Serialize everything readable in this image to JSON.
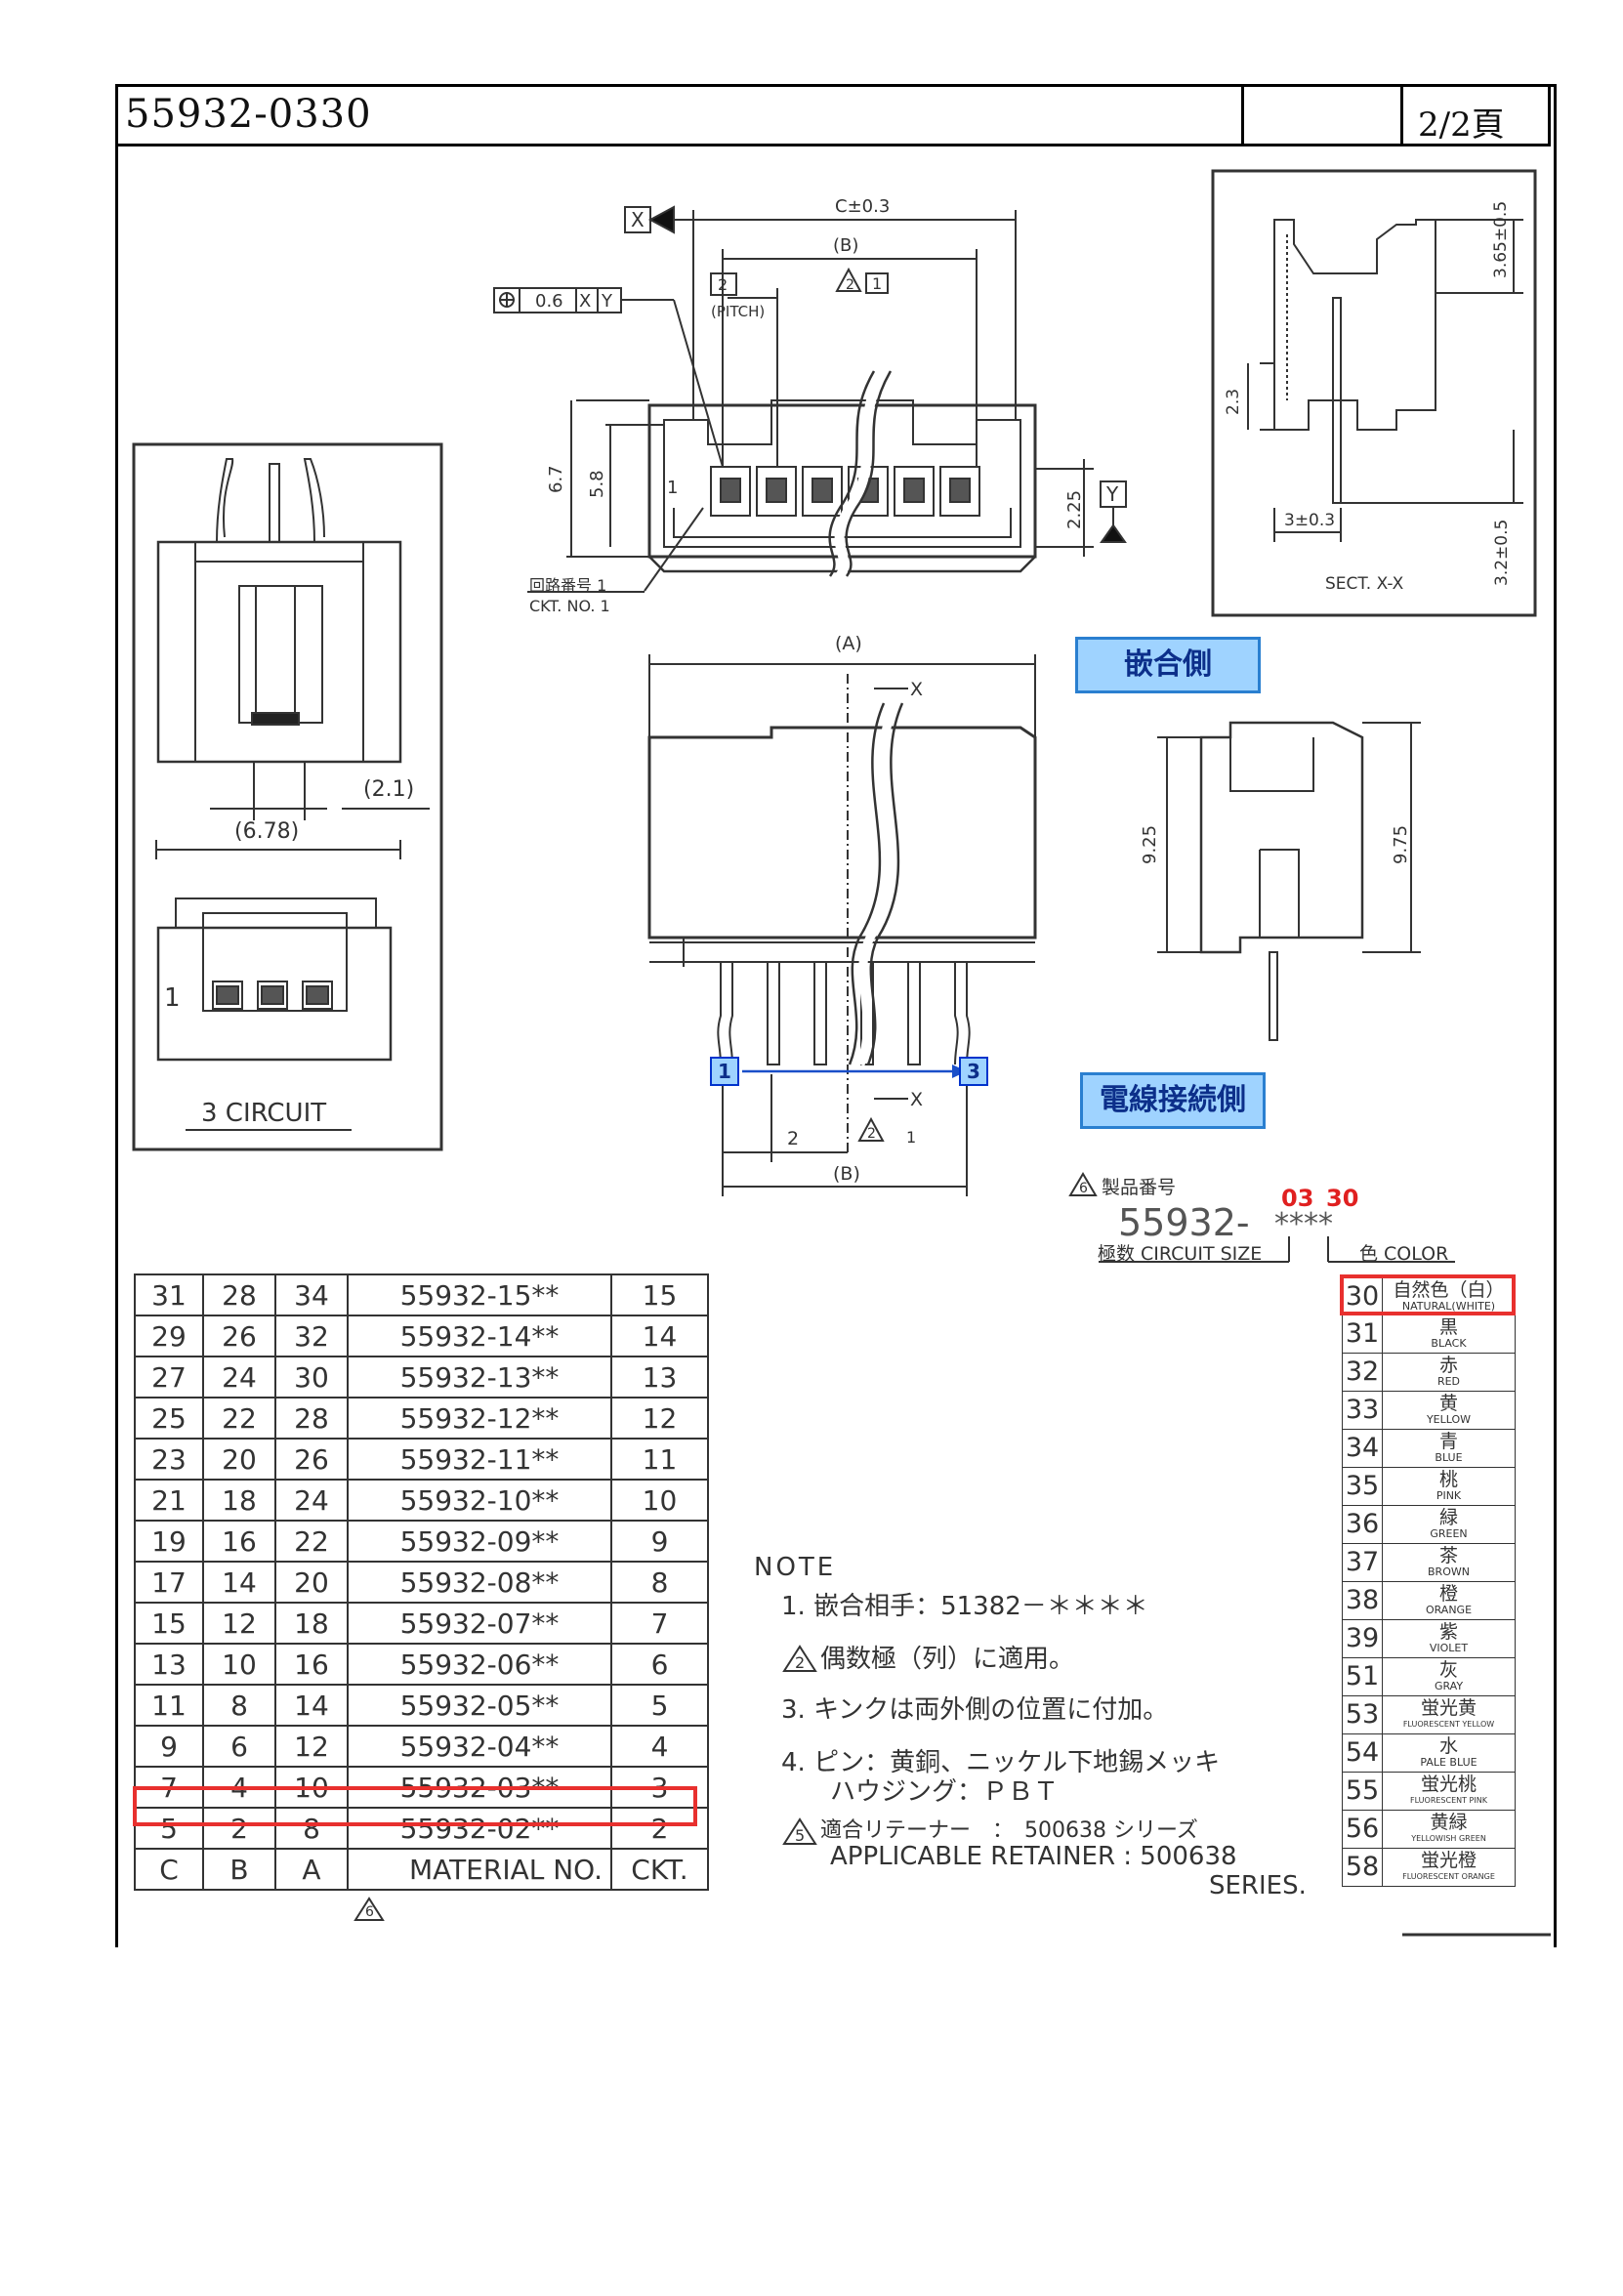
{
  "title": {
    "part_number": "55932-0330",
    "page": "2/2頁"
  },
  "labels": {
    "mating_side": "嵌合側",
    "wire_side": "電線接続側",
    "three_circuit": "3 CIRCUIT",
    "sect": "SECT. X-X",
    "ckt_no_jp": "回路番号 1",
    "ckt_no_en": "CKT. NO. 1"
  },
  "dimensions": {
    "c_pm": "C±0.3",
    "b": "(B)",
    "a": "(A)",
    "pitch_box": "2",
    "pitch": "(PITCH)",
    "note2_flag": "2",
    "datum_y": "1",
    "fcf_tol": "0.6",
    "fcf_x": "X",
    "fcf_y": "Y",
    "datum_x_label": "X",
    "datum_y_label": "Y",
    "h6_7": "6.7",
    "h5_8": "5.8",
    "h2_25": "2.25",
    "h9_25": "9.25",
    "h9_75": "9.75",
    "w6_78": "(6.78)",
    "w2_1": "(2.1)",
    "s3_65": "3.65±0.5",
    "s2_3": "2.3",
    "s3_0_3": "3±0.3",
    "s3_2": "3.2±0.5",
    "pitch2": "2",
    "x_mark": "X",
    "b_bottom": "(B)",
    "flag_1": "1",
    "blue_1": "1",
    "blue_3": "3"
  },
  "part_code": {
    "product_no_label": "製品番号",
    "flag6": "6",
    "prefix": "55932-",
    "stars": "****",
    "red_circuit": "03",
    "red_color": "30",
    "circuit_size_label": "極数 CIRCUIT SIZE",
    "color_label": "色 COLOR"
  },
  "material_table": {
    "rows": [
      [
        "31",
        "28",
        "34",
        "55932-15**",
        "15"
      ],
      [
        "29",
        "26",
        "32",
        "55932-14**",
        "14"
      ],
      [
        "27",
        "24",
        "30",
        "55932-13**",
        "13"
      ],
      [
        "25",
        "22",
        "28",
        "55932-12**",
        "12"
      ],
      [
        "23",
        "20",
        "26",
        "55932-11**",
        "11"
      ],
      [
        "21",
        "18",
        "24",
        "55932-10**",
        "10"
      ],
      [
        "19",
        "16",
        "22",
        "55932-09**",
        "9"
      ],
      [
        "17",
        "14",
        "20",
        "55932-08**",
        "8"
      ],
      [
        "15",
        "12",
        "18",
        "55932-07**",
        "7"
      ],
      [
        "13",
        "10",
        "16",
        "55932-06**",
        "6"
      ],
      [
        "11",
        "8",
        "14",
        "55932-05**",
        "5"
      ],
      [
        "9",
        "6",
        "12",
        "55932-04**",
        "4"
      ],
      [
        "7",
        "4",
        "10",
        "55932-03**",
        "3"
      ],
      [
        "5",
        "2",
        "8",
        "55932-02**",
        "2"
      ]
    ],
    "header": [
      "C",
      "B",
      "A",
      "MATERIAL NO.",
      "CKT."
    ],
    "header_flag": "6"
  },
  "colors": [
    {
      "code": "30",
      "jp": "自然色（白）",
      "en": "NATURAL(WHITE)"
    },
    {
      "code": "31",
      "jp": "黒",
      "en": "BLACK"
    },
    {
      "code": "32",
      "jp": "赤",
      "en": "RED"
    },
    {
      "code": "33",
      "jp": "黄",
      "en": "YELLOW"
    },
    {
      "code": "34",
      "jp": "青",
      "en": "BLUE"
    },
    {
      "code": "35",
      "jp": "桃",
      "en": "PINK"
    },
    {
      "code": "36",
      "jp": "緑",
      "en": "GREEN"
    },
    {
      "code": "37",
      "jp": "茶",
      "en": "BROWN"
    },
    {
      "code": "38",
      "jp": "橙",
      "en": "ORANGE"
    },
    {
      "code": "39",
      "jp": "紫",
      "en": "VIOLET"
    },
    {
      "code": "51",
      "jp": "灰",
      "en": "GRAY"
    },
    {
      "code": "53",
      "jp": "蛍光黄",
      "en": "FLUORESCENT YELLOW"
    },
    {
      "code": "54",
      "jp": "水",
      "en": "PALE BLUE"
    },
    {
      "code": "55",
      "jp": "蛍光桃",
      "en": "FLUORESCENT PINK"
    },
    {
      "code": "56",
      "jp": "黄緑",
      "en": "YELLOWISH GREEN"
    },
    {
      "code": "58",
      "jp": "蛍光橙",
      "en": "FLUORESCENT ORANGE"
    }
  ],
  "notes": {
    "heading": "NOTE",
    "n1": "1.  嵌合相手：51382－＊＊＊＊",
    "n2_flag": "2",
    "n2": "偶数極（列）に適用。",
    "n3": "3.  キンクは両外側の位置に付加。",
    "n4a": "4.  ピン：黄銅、ニッケル下地錫メッキ",
    "n4b": "ハウジング：ＰＢＴ",
    "n5_flag": "5",
    "n5a": "適合リテーナー　：　500638 シリーズ",
    "n5b": "APPLICABLE  RETAINER : 500638",
    "n5c": "SERIES."
  },
  "highlight_color": "#e8302e",
  "accent_blue": "#9fd3ff"
}
